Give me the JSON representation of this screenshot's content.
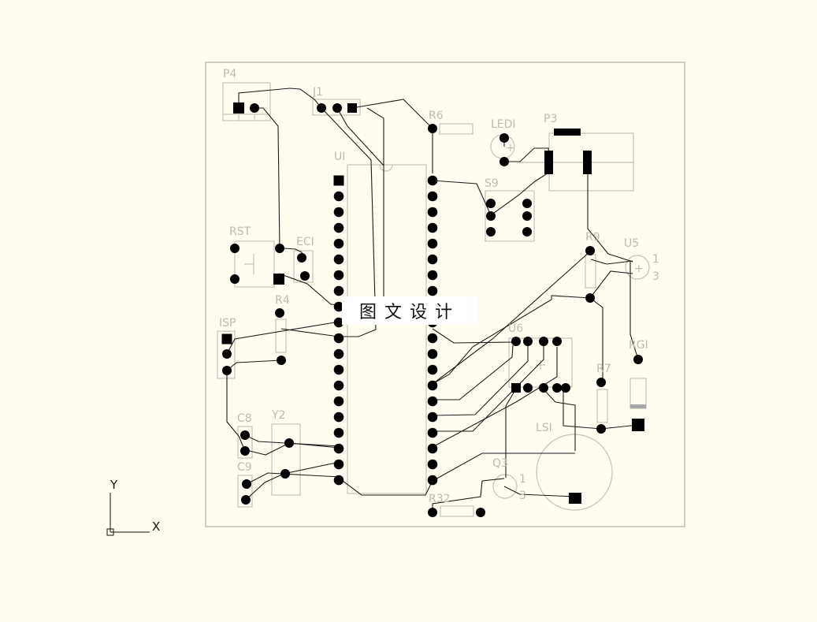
{
  "labels": {
    "p4": "P4",
    "j1": "J1",
    "r6": "R6",
    "led1": "LEDI",
    "p3": "P3",
    "u1": "UI",
    "s9": "S9",
    "rst": "RST",
    "ec1": "ECI",
    "r4": "R4",
    "r9": "R9",
    "u5": "U5",
    "isp": "ISP",
    "u6": "U6",
    "rg1": "RGI",
    "r7": "R7",
    "c8": "C8",
    "y2": "Y2",
    "c9": "C9",
    "ls1": "LSI",
    "q3": "Q3",
    "r32": "R32"
  },
  "pins": {
    "u5_1": "1",
    "u5_3": "3",
    "q3_1": "1",
    "q3_3": "3"
  },
  "axes": {
    "y": "Y",
    "x": "X"
  },
  "watermark": "图文设计",
  "colors": {
    "background": "#fffdf0",
    "copper": "#000000",
    "silkscreen": "#c4c2b6"
  }
}
